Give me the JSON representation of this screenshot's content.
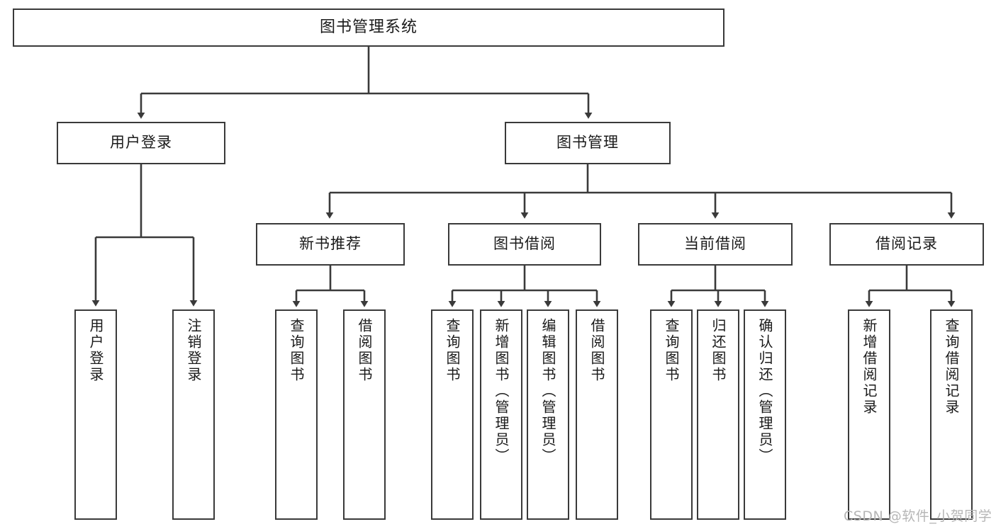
{
  "diagram": {
    "title": "图书管理系统",
    "type": "tree-hierarchy-chart",
    "orientation": "top-down",
    "colors": {
      "stroke": "#3a3a3a",
      "fill": "#ffffff",
      "text": "#1a1a1a",
      "watermark": "#b6b6b6"
    },
    "nodes": {
      "root": {
        "label": "图书管理系统"
      },
      "level1": [
        {
          "id": "user-login",
          "label": "用户登录"
        },
        {
          "id": "book-management",
          "label": "图书管理"
        }
      ],
      "level2": [
        {
          "id": "new-book-recommend",
          "label": "新书推荐"
        },
        {
          "id": "book-borrow",
          "label": "图书借阅"
        },
        {
          "id": "current-borrow",
          "label": "当前借阅"
        },
        {
          "id": "borrow-record",
          "label": "借阅记录"
        }
      ],
      "leaves": {
        "user-login": [
          {
            "id": "leaf-user-login",
            "label": "用户登录"
          },
          {
            "id": "leaf-logout-login",
            "label": "注销登录"
          }
        ],
        "new-book-recommend": [
          {
            "id": "leaf-query-book-1",
            "label": "查询图书"
          },
          {
            "id": "leaf-borrow-book-1",
            "label": "借阅图书"
          }
        ],
        "book-borrow": [
          {
            "id": "leaf-query-book-2",
            "label": "查询图书"
          },
          {
            "id": "leaf-add-book-admin",
            "label": "新增图书（管理员）"
          },
          {
            "id": "leaf-edit-book-admin",
            "label": "编辑图书（管理员）"
          },
          {
            "id": "leaf-borrow-book-2",
            "label": "借阅图书"
          }
        ],
        "current-borrow": [
          {
            "id": "leaf-query-book-3",
            "label": "查询图书"
          },
          {
            "id": "leaf-return-book",
            "label": "归还图书"
          },
          {
            "id": "leaf-confirm-return-admin",
            "label": "确认归还（管理员）"
          }
        ],
        "borrow-record": [
          {
            "id": "leaf-add-borrow-record",
            "label": "新增借阅记录"
          },
          {
            "id": "leaf-query-borrow-record",
            "label": "查询借阅记录"
          }
        ]
      }
    },
    "watermark": "CSDN @软件_小贺同学"
  }
}
